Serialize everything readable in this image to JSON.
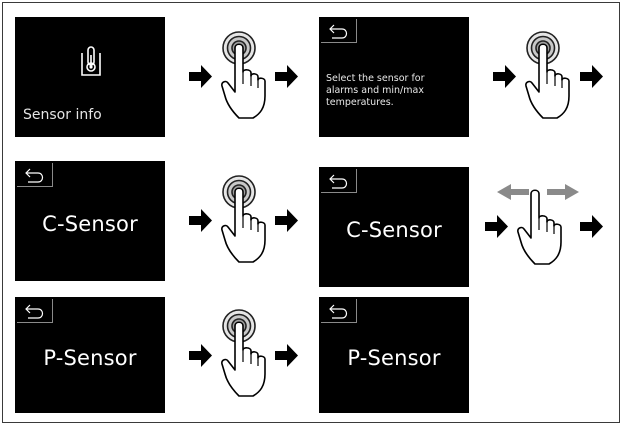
{
  "screens": {
    "sensor_info": {
      "label": "Sensor info",
      "icon": "thermometer-icon"
    },
    "select_sensor": {
      "description": "Select the sensor for\nalarms and min/max\ntemperatures.",
      "back_icon": "back-arrow-icon"
    },
    "c_sensor_a": {
      "title": "C-Sensor",
      "back_icon": "back-arrow-icon"
    },
    "c_sensor_b": {
      "title": "C-Sensor",
      "back_icon": "back-arrow-icon"
    },
    "p_sensor_a": {
      "title": "P-Sensor",
      "back_icon": "back-arrow-icon"
    },
    "p_sensor_b": {
      "title": "P-Sensor",
      "back_icon": "back-arrow-icon"
    }
  },
  "gestures": [
    "tap-gesture-icon",
    "swipe-gesture-icon"
  ],
  "arrows": [
    "right-arrow-icon"
  ],
  "colors": {
    "screen": "#000000",
    "arrow": "#000000",
    "tap_ring": "#d9d9d9",
    "swipe_arrow": "#8a8a8a"
  }
}
